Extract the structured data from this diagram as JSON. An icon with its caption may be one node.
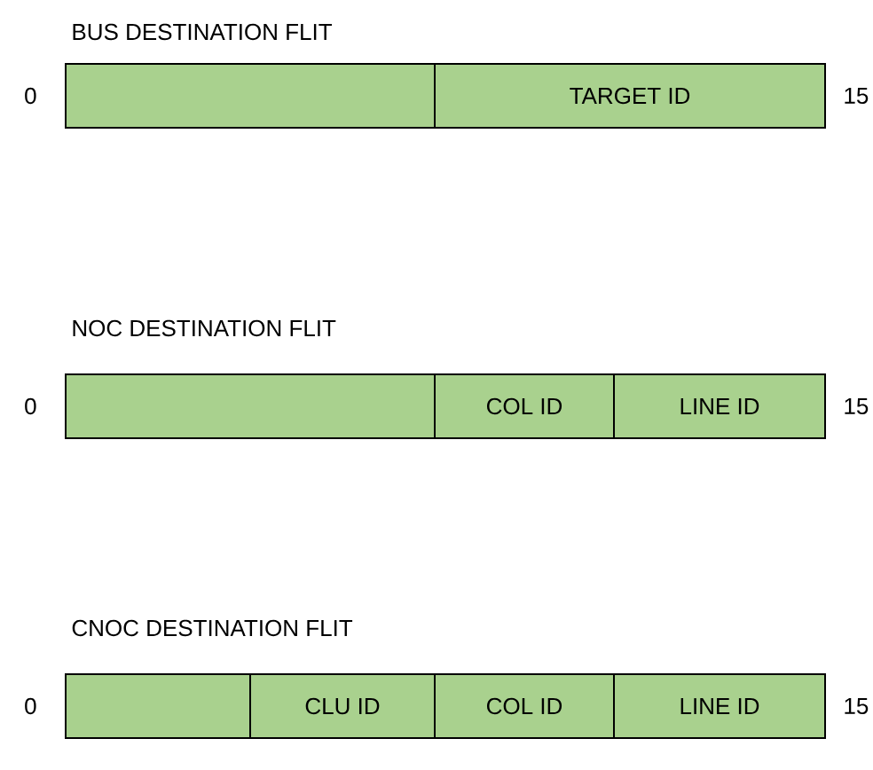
{
  "diagram": {
    "nodes": [
      {
        "text": [],
        "shape": "box"
      },
      {
        "text": [
          "TARGET ID"
        ]
      },
      {
        "text": [],
        "shape": "box"
      },
      {
        "text": [
          "COL ID"
        ]
      },
      {
        "text": [
          "LINE ID"
        ]
      },
      {
        "text": [],
        "shape": "box"
      },
      {
        "text": [
          "CLU ID"
        ]
      },
      {
        "text": [
          "COL ID"
        ]
      },
      {
        "text": [
          "LINE ID"
        ]
      }
    ],
    "labels": [
      "BUS DESTINATION FLIT",
      "0",
      "15",
      "NOC DESTINATION FLIT",
      "0",
      "15",
      "CNOC DESTINATION FLIT",
      "0",
      "15"
    ]
  }
}
